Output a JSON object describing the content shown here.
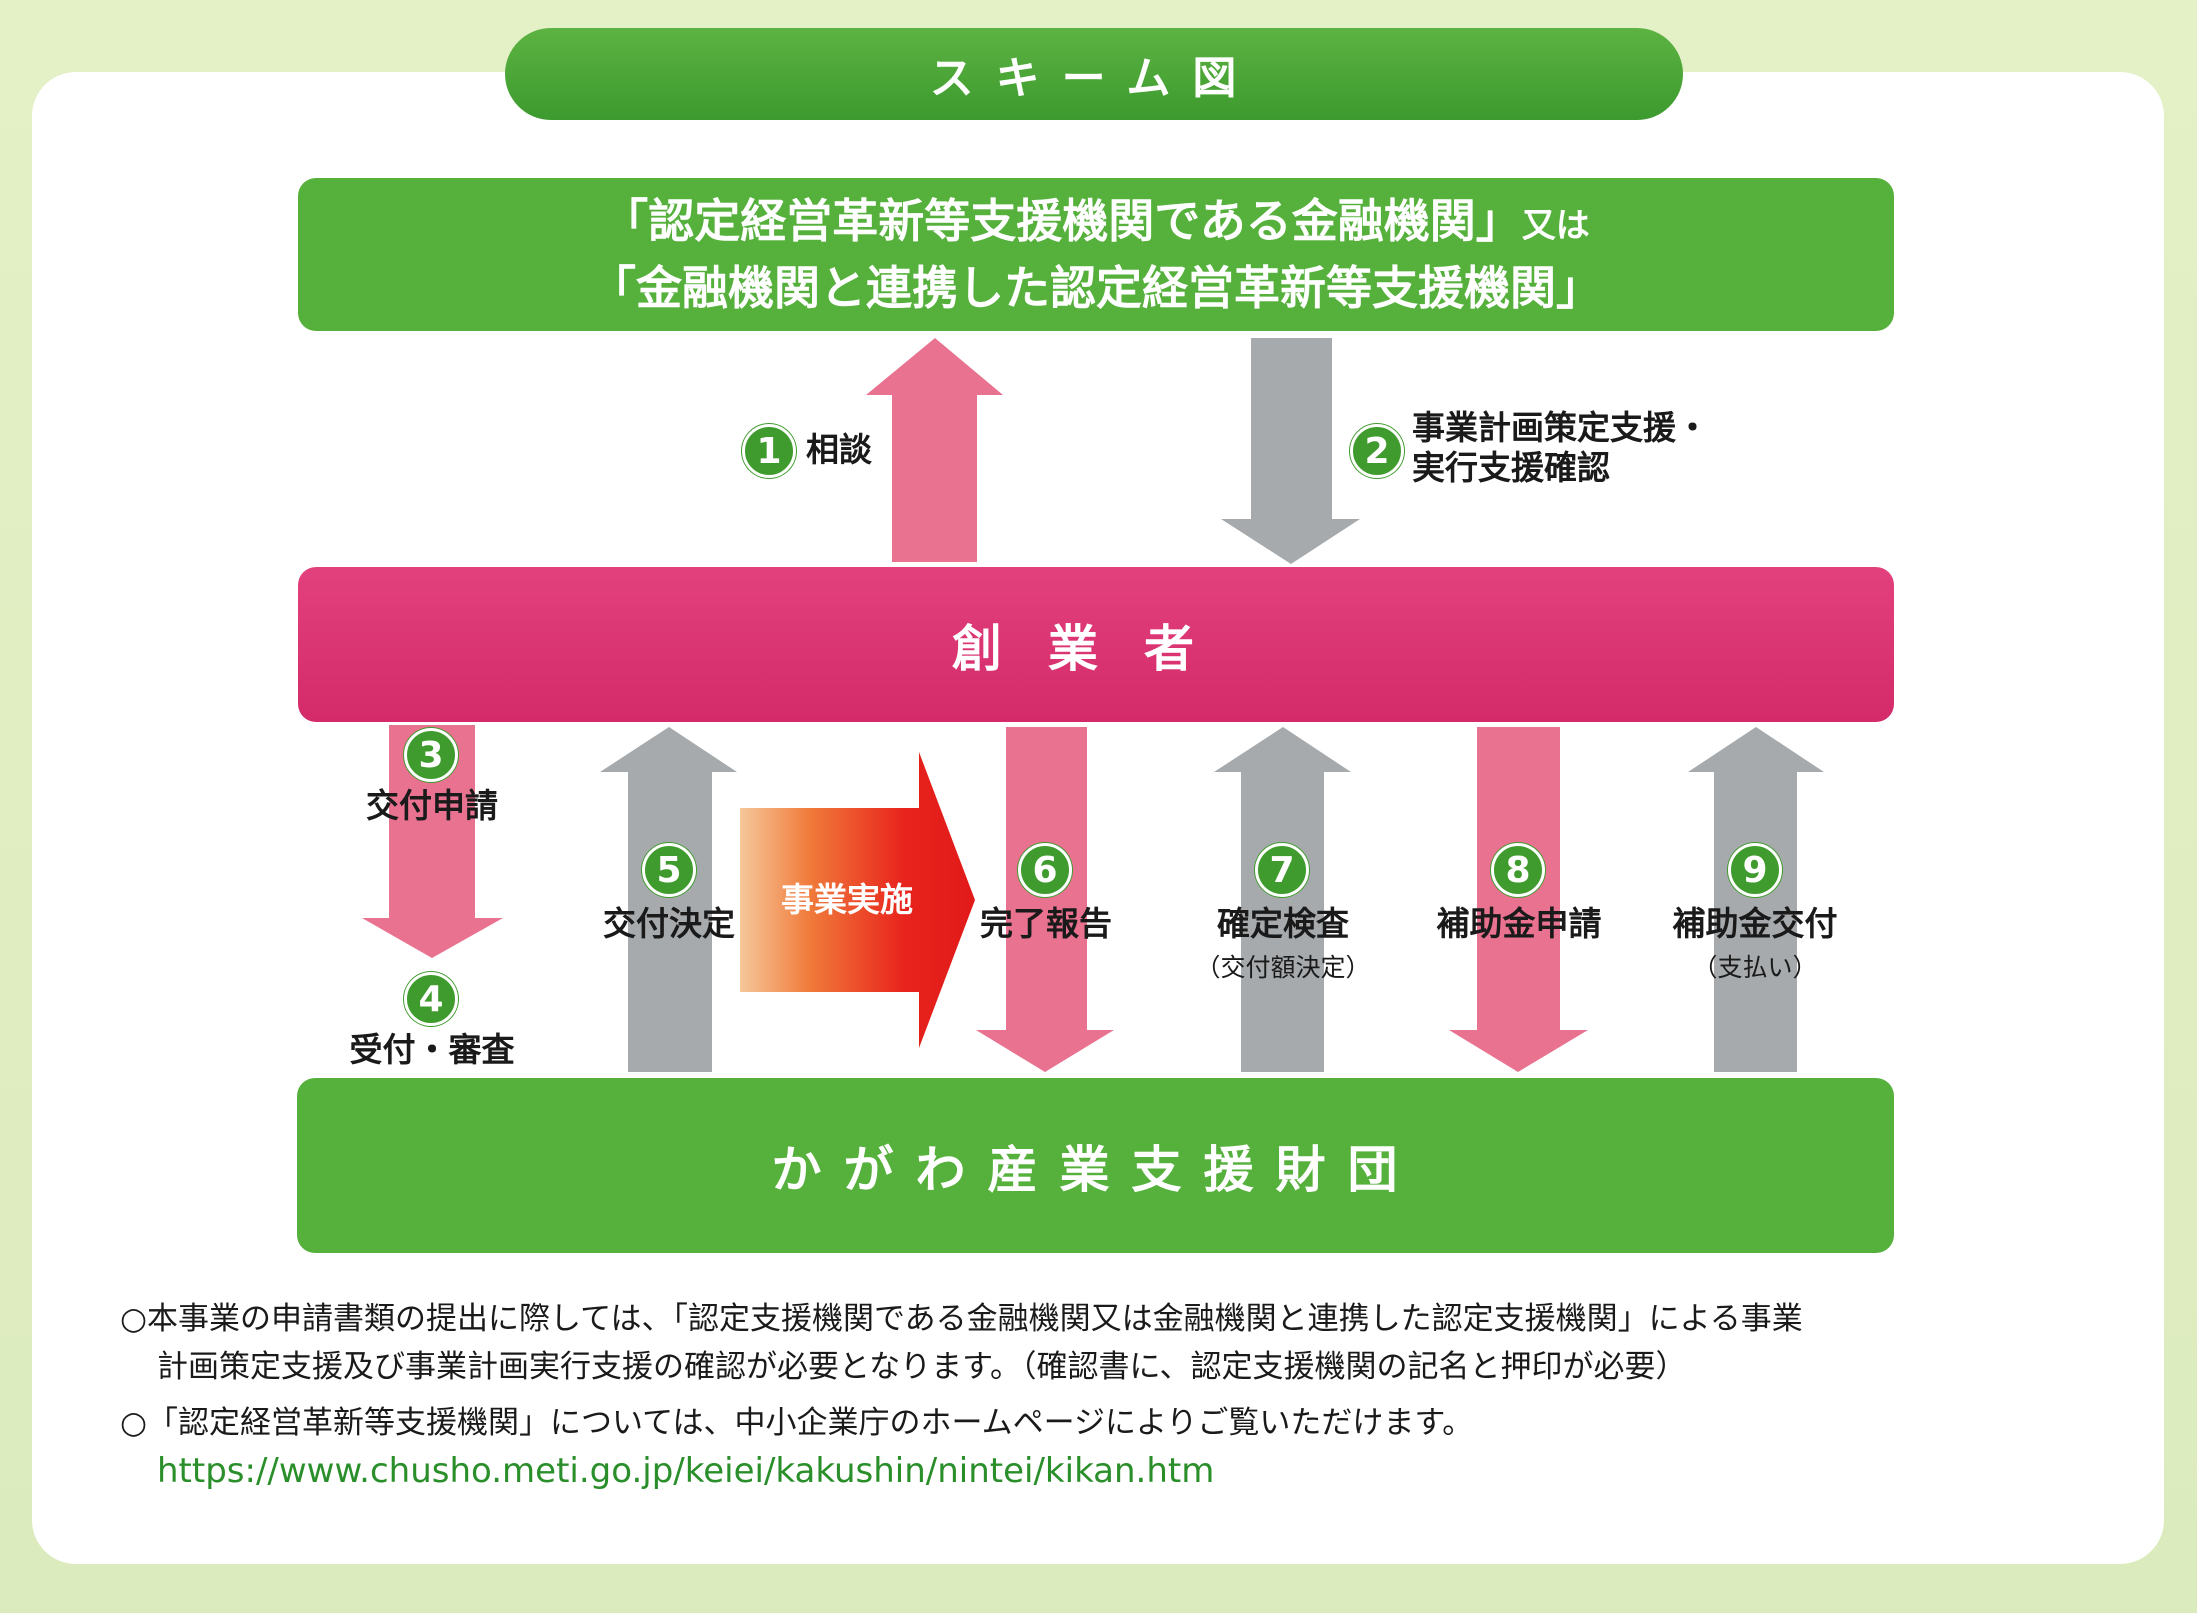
{
  "title": "スキーム図",
  "top_box": {
    "line1": "「認定経営革新等支援機関である金融機関」",
    "line1_suffix": "又は",
    "line2": "「金融機関と連携した認定経営革新等支援機関」"
  },
  "founder_label": "創業者",
  "bottom_label": "かがわ産業支援財団",
  "center_arrow_label": "事業実施",
  "steps": [
    {
      "num": "1",
      "label": "相談"
    },
    {
      "num": "2",
      "label_line1": "事業計画策定支援・",
      "label_line2": "実行支援確認"
    },
    {
      "num": "3",
      "label": "交付申請"
    },
    {
      "num": "4",
      "label": "受付・審査"
    },
    {
      "num": "5",
      "label": "交付決定"
    },
    {
      "num": "6",
      "label": "完了報告"
    },
    {
      "num": "7",
      "label": "確定検査",
      "sub": "（交付額決定）"
    },
    {
      "num": "8",
      "label": "補助金申請"
    },
    {
      "num": "9",
      "label": "補助金交付",
      "sub": "（支払い）"
    }
  ],
  "notes": {
    "note1_line1": "○本事業の申請書類の提出に際しては、「認定支援機関である金融機関又は金融機関と連携した認定支援機関」による事業",
    "note1_line2": "計画策定支援及び事業計画実行支援の確認が必要となります。（確認書に、認定支援機関の記名と押印が必要）",
    "note2": "○「認定経営革新等支援機関」については、中小企業庁のホームページによりご覧いただけます。",
    "url": "https://www.chusho.meti.go.jp/keiei/kakushin/nintei/kikan.htm"
  },
  "colors": {
    "green": "#55b03c",
    "pink": "#d42a6a",
    "arrow_pink": "#e8728f",
    "arrow_gray": "#a6aaac",
    "red_arrow": "#e8231c"
  }
}
